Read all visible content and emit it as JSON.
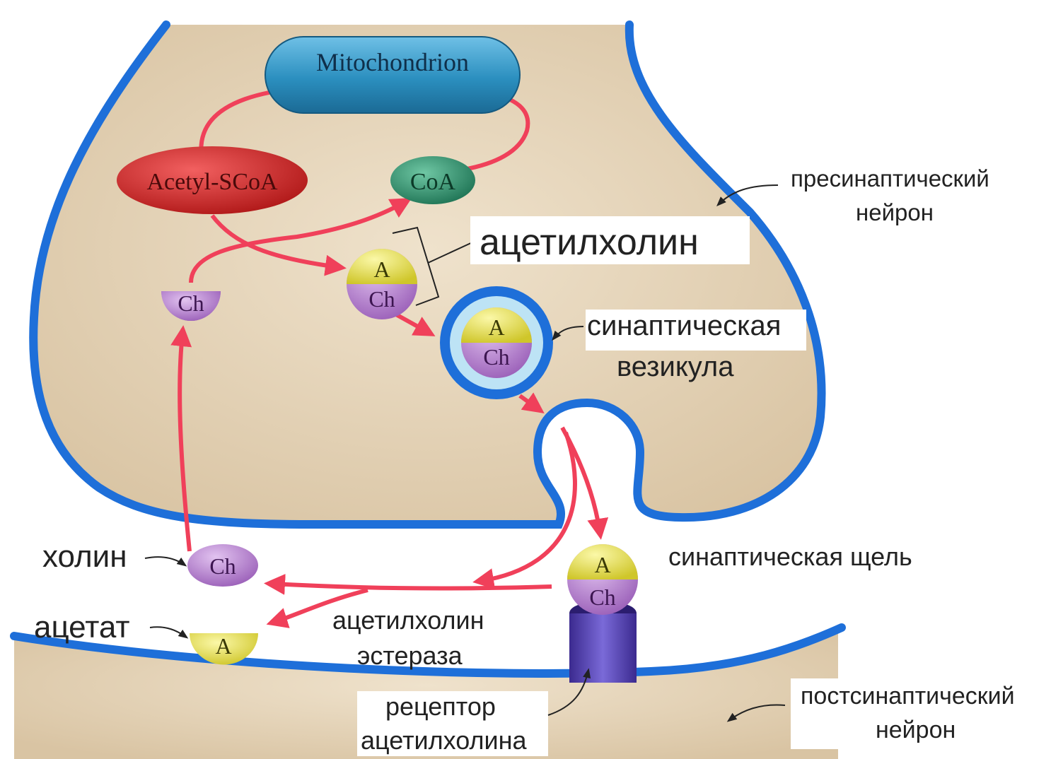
{
  "organelles": {
    "mitochondrion": "Mitochondrion",
    "acetyl_scoa": "Acetyl-SCoA",
    "coa": "CoA"
  },
  "molecules": {
    "a": "A",
    "ch": "Ch"
  },
  "labels": {
    "acetylcholine": "ацетилхолин",
    "presynaptic_1": "пресинаптический",
    "presynaptic_2": "нейрон",
    "vesicle_1": "синаптическая",
    "vesicle_2": "везикула",
    "cleft": "синаптическая щель",
    "choline": "холин",
    "acetate": "ацетат",
    "esterase_1": "ацетилхолин",
    "esterase_2": "эстераза",
    "receptor_1": "рецептор",
    "receptor_2": "ацетилхолина",
    "postsynaptic_1": "постсинаптический",
    "postsynaptic_2": "нейрон"
  },
  "colors": {
    "membrane": "#1e6fd9",
    "cytoplasm": "#e8d8bf",
    "arrow": "#f0405a",
    "acetyl_red": "#d42b2b",
    "coa_green": "#2f8f6a",
    "mito_blue": "#2b8fbf",
    "a_yellow": "#e6e24a",
    "ch_purple": "#b17ac9",
    "receptor": "#4b3aa8"
  }
}
